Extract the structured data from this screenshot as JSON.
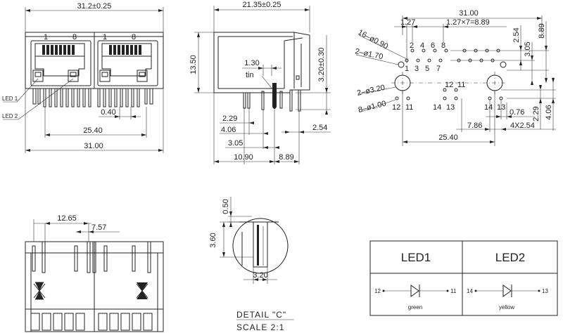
{
  "front_view": {
    "overall_width": "31.2±0.25",
    "pin1_a": "1",
    "pin8_a": "8",
    "pin1_b": "1",
    "pin8_b": "8",
    "led1": "LED 1",
    "led2": "LED 2",
    "dim_040": "0.40",
    "dim_2540": "25.40",
    "dim_3100": "31.00"
  },
  "side_view": {
    "depth": "21.35±0.25",
    "height": "13.50",
    "dim_130": "1.30",
    "tin": "tin",
    "dim_320": "3.20±0.30",
    "dim_229": "2.29",
    "dim_406": "4.06",
    "dim_305": "3.05",
    "dim_1090": "10.90",
    "dim_889": "8.89",
    "dim_254": "2.54"
  },
  "pcb_layout": {
    "dim_3100": "31.00",
    "dim_127": "1.27",
    "dim_127x7": "1.27×7=8.89",
    "dim_254": "2.54",
    "dim_305": "3.05",
    "dim_889": "8.89",
    "holes_090": "16–ø0.90",
    "holes_170": "2–ø1.70",
    "holes_320": "2–ø3.20",
    "holes_100": "8–ø1.00",
    "pins_top": [
      "2",
      "4",
      "6",
      "8"
    ],
    "pins_bottom": [
      "1",
      "3",
      "5",
      "7"
    ],
    "led_pins_a": [
      "12",
      "11",
      "14",
      "13"
    ],
    "led_pins_b": [
      "12",
      "11",
      "14",
      "13"
    ],
    "dim_076": "0.76",
    "dim_786": "7.86",
    "dim_4x254": "4X2.54",
    "dim_2540": "25.40",
    "dim_229": "2.29",
    "dim_406": "4.06"
  },
  "bottom_view": {
    "dim_1265": "12.65",
    "dim_757": "7.57"
  },
  "detail_c": {
    "dim_050": "0.50",
    "dim_360": "3.60",
    "dim_320": "3.20",
    "title": "DETAIL  \"C\"",
    "scale": "SCALE  2:1"
  },
  "led_table": {
    "led1_title": "LED1",
    "led2_title": "LED2",
    "led1_anode": "12",
    "led1_cathode": "11",
    "led1_color": "green",
    "led2_anode": "14",
    "led2_cathode": "13",
    "led2_color": "yellow"
  }
}
